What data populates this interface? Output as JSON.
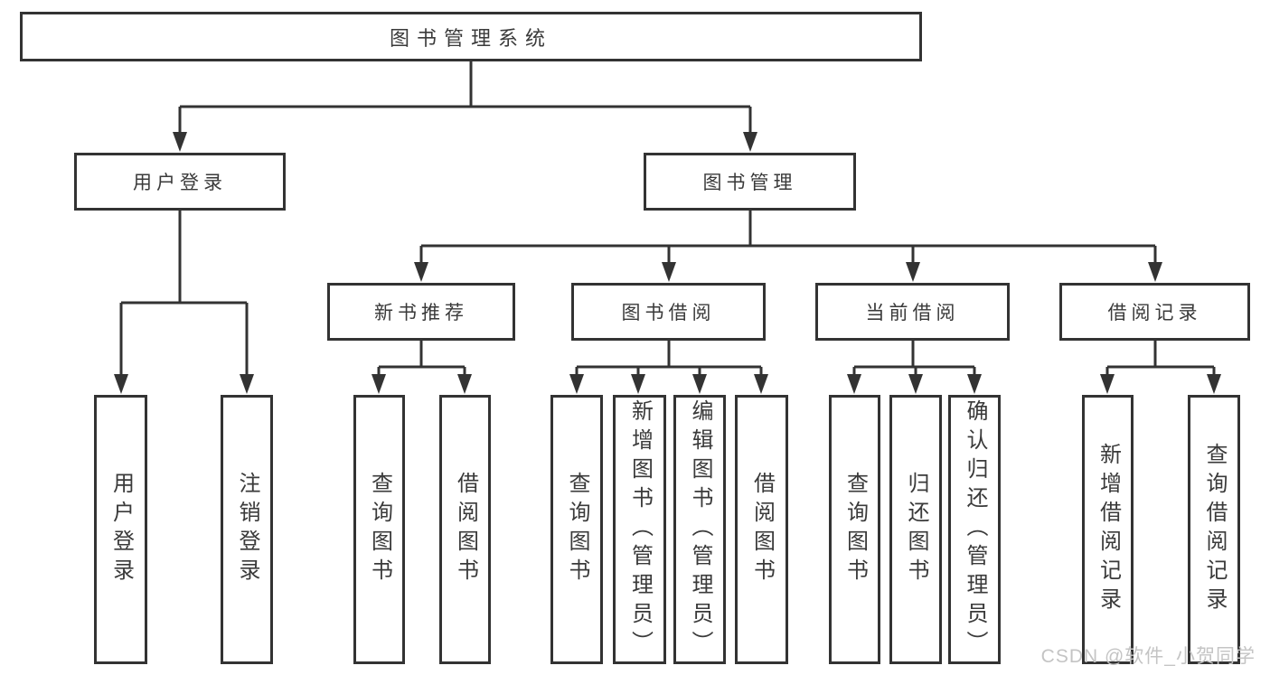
{
  "tree": {
    "label": "图书管理系统",
    "children": [
      {
        "label": "用户登录",
        "children": [
          {
            "label": "用户登录"
          },
          {
            "label": "注销登录"
          }
        ]
      },
      {
        "label": "图书管理",
        "children": [
          {
            "label": "新书推荐",
            "children": [
              {
                "label": "查询图书"
              },
              {
                "label": "借阅图书"
              }
            ]
          },
          {
            "label": "图书借阅",
            "children": [
              {
                "label": "查询图书"
              },
              {
                "label": "新增图书（管理员）"
              },
              {
                "label": "编辑图书（管理员）"
              },
              {
                "label": "借阅图书"
              }
            ]
          },
          {
            "label": "当前借阅",
            "children": [
              {
                "label": "查询图书"
              },
              {
                "label": "归还图书"
              },
              {
                "label": "确认归还（管理员）"
              }
            ]
          },
          {
            "label": "借阅记录",
            "children": [
              {
                "label": "新增借阅记录"
              },
              {
                "label": "查询借阅记录"
              }
            ]
          }
        ]
      }
    ]
  },
  "watermark": "CSDN @软件_小贺同学",
  "colors": {
    "line": "#333333",
    "text": "#3a3a3a",
    "background": "#ffffff",
    "watermark": "#c4c4c4"
  }
}
